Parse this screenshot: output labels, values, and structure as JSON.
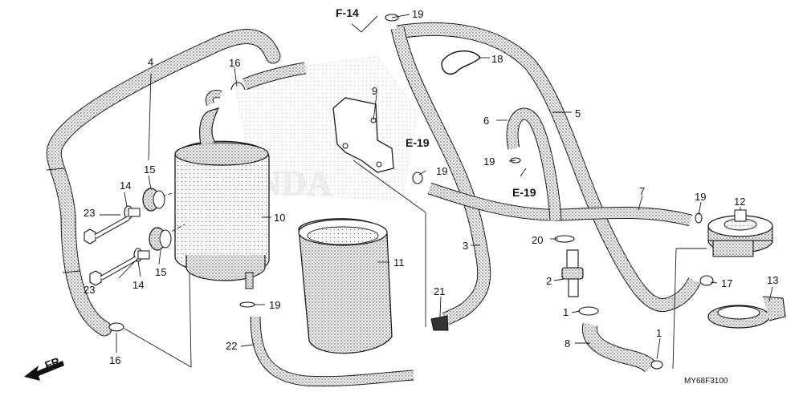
{
  "diagram_code": "MY68F3100",
  "front_arrow_label": "FR.",
  "watermark": "HONDA",
  "refs": {
    "f14": "F-14",
    "e19_top": "E-19",
    "e19_bottom": "E-19"
  },
  "callouts": {
    "c1a": "1",
    "c1b": "1",
    "c2": "2",
    "c3": "3",
    "c4": "4",
    "c5": "5",
    "c6": "6",
    "c7": "7",
    "c8": "8",
    "c9": "9",
    "c10": "10",
    "c11": "11",
    "c12": "12",
    "c13": "13",
    "c14a": "14",
    "c14b": "14",
    "c15a": "15",
    "c15b": "15",
    "c16a": "16",
    "c16b": "16",
    "c17": "17",
    "c18": "18",
    "c19a": "19",
    "c19b": "19",
    "c19c": "19",
    "c19d": "19",
    "c19e": "19",
    "c20": "20",
    "c21": "21",
    "c22": "22",
    "c23a": "23",
    "c23b": "23"
  }
}
